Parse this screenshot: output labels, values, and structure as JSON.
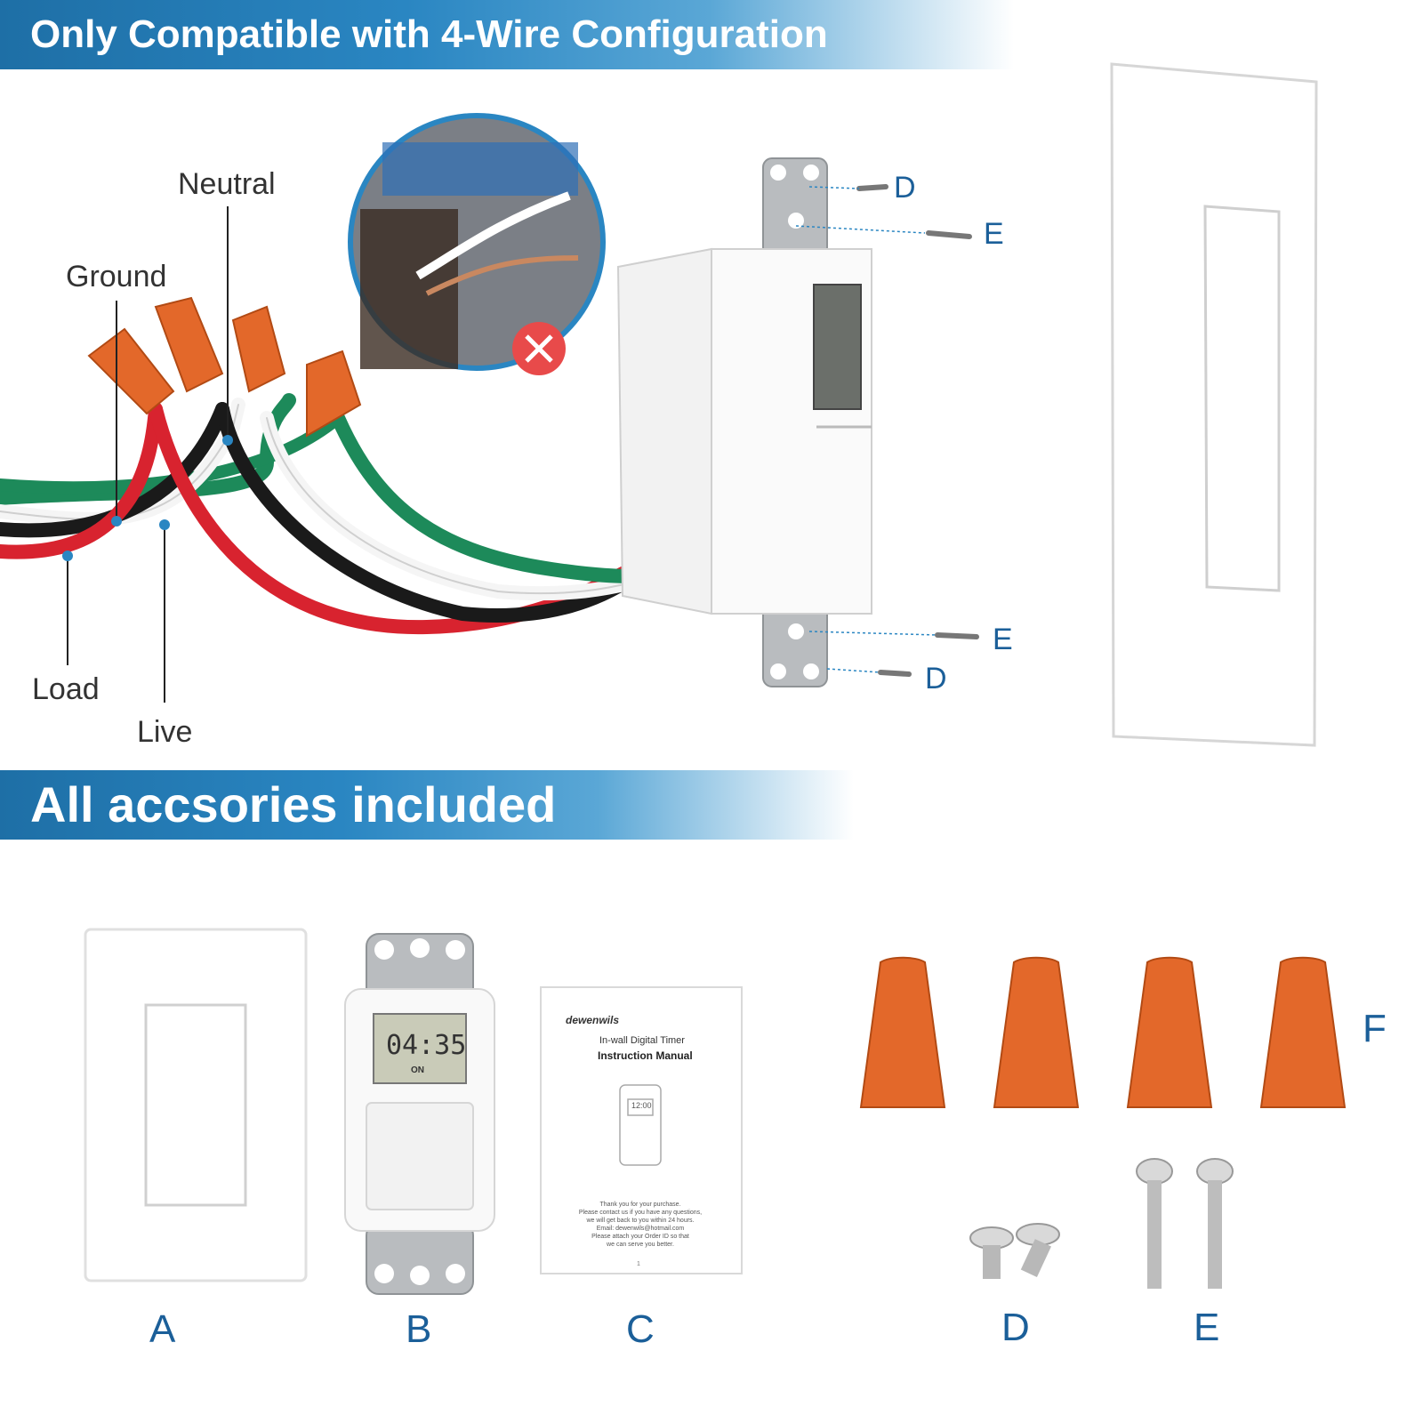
{
  "banners": {
    "top": "Only Compatible with 4-Wire Configuration",
    "middle": "All accsories included"
  },
  "wire_labels": {
    "neutral": "Neutral",
    "ground": "Ground",
    "load": "Load",
    "live": "Live"
  },
  "screw_labels": {
    "d_top": "D",
    "e_top": "E",
    "e_bottom": "E",
    "d_bottom": "D"
  },
  "accessory_labels": {
    "a": "A",
    "b": "B",
    "c": "C",
    "d": "D",
    "e": "E",
    "f": "F"
  },
  "timer_display": {
    "time": "04:35",
    "tag": "ON"
  },
  "manual": {
    "brand": "dewenwils",
    "subtitle": "In-wall Digital Timer",
    "title": "Instruction Manual",
    "display": "12:00",
    "lines": [
      "Thank you for your purchase.",
      "Please contact us if you have any questions,",
      "we will get back to you within 24 hours.",
      "Email: dewenwils@hotmail.com",
      "Please attach your Order ID so that",
      "we can serve you better."
    ],
    "page": "1"
  },
  "colors": {
    "banner_blue": "#1e6fa6",
    "label_blue": "#1b5f99",
    "wire_red": "#d8232f",
    "wire_green": "#1d8a5a",
    "connector_orange": "#e3682a",
    "cross_red": "#e84a4a"
  }
}
